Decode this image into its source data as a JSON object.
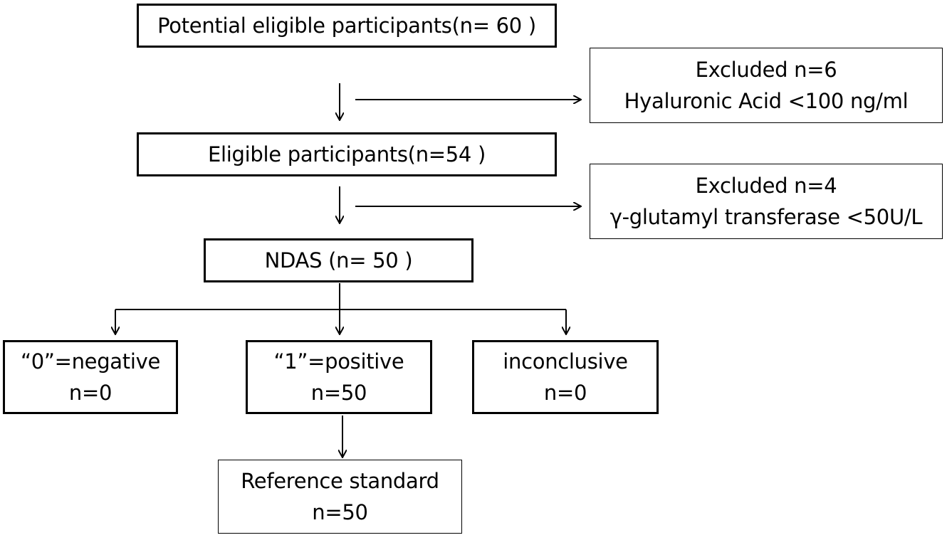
{
  "diagram": {
    "potential": {
      "label": "Potential eligible participants(n= 60 )"
    },
    "excluded1": {
      "line1": "Excluded n=6",
      "line2": "Hyaluronic Acid <100 ng/ml"
    },
    "eligible": {
      "label": "Eligible participants(n=54  )"
    },
    "excluded2": {
      "line1": "Excluded n=4",
      "line2": "γ-glutamyl transferase <50U/L"
    },
    "ndas": {
      "label": "NDAS (n= 50 )"
    },
    "negative": {
      "line1": "“0”=negative",
      "line2": "n=0"
    },
    "positive": {
      "line1": "“1”=positive",
      "line2": "n=50"
    },
    "inconclusive": {
      "line1": "inconclusive",
      "line2": "n=0"
    },
    "reference": {
      "line1": "Reference standard",
      "line2": "n=50"
    }
  }
}
